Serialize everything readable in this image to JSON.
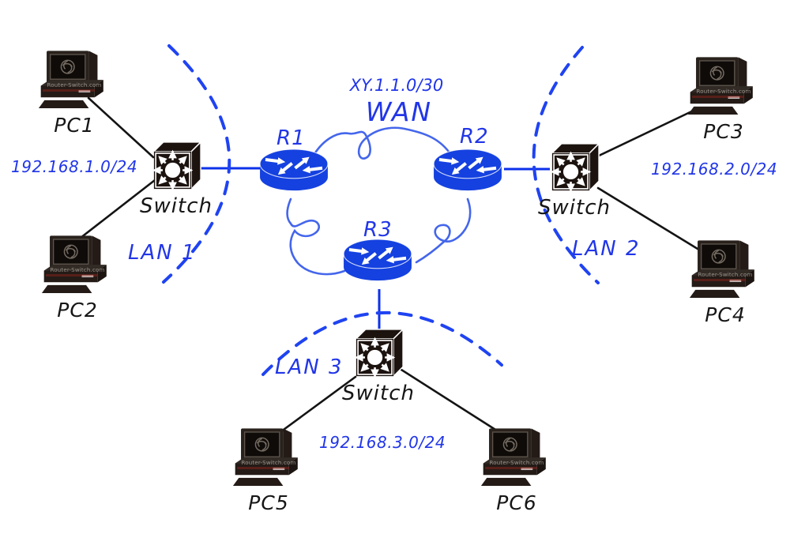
{
  "wan": {
    "subnet": "XY.1.1.0/30",
    "label": "WAN"
  },
  "routers": [
    {
      "label": "R1"
    },
    {
      "label": "R2"
    },
    {
      "label": "R3"
    }
  ],
  "lans": [
    {
      "name": "LAN 1",
      "subnet": "192.168.1.0/24",
      "switch": "Switch",
      "pcs": [
        "PC1",
        "PC2"
      ]
    },
    {
      "name": "LAN 2",
      "subnet": "192.168.2.0/24",
      "switch": "Switch",
      "pcs": [
        "PC3",
        "PC4"
      ]
    },
    {
      "name": "LAN 3",
      "subnet": "192.168.3.0/24",
      "switch": "Switch",
      "pcs": [
        "PC5",
        "PC6"
      ]
    }
  ],
  "watermark": "Router-Switch.com",
  "icons": {
    "router": "router-icon",
    "switch": "switch-icon",
    "pc": "desktop-pc-icon"
  },
  "colors": {
    "blue_text": "#2136e8",
    "link_blue": "#0c31ea",
    "curve_blue": "#4466ec",
    "dash_blue": "#1f43f2",
    "router_blue": "#1541e0",
    "device_black": "#1c130f"
  }
}
